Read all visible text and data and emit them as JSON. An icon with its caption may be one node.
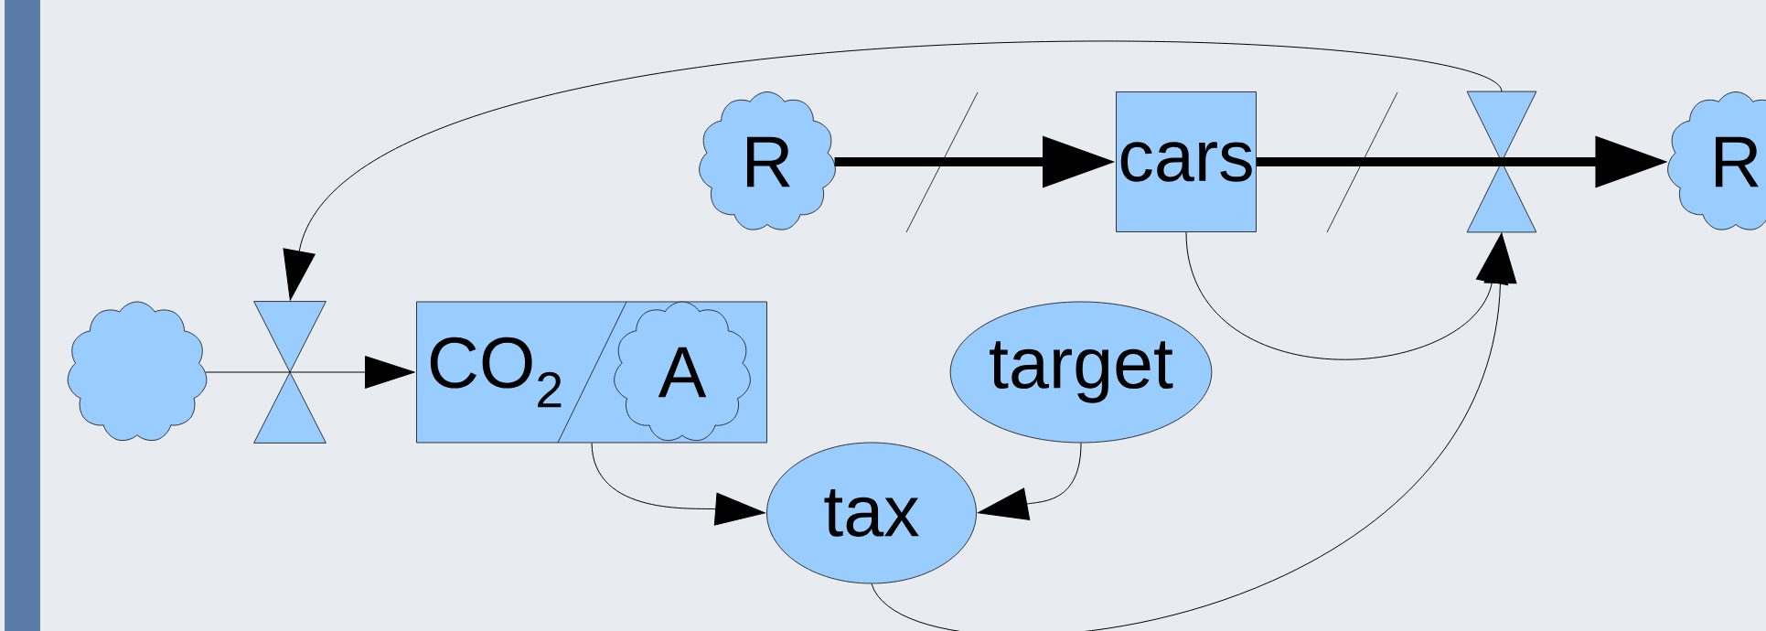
{
  "diagram": {
    "nodes": [
      {
        "text": [
          "R"
        ]
      },
      {
        "text": [
          "cars"
        ]
      },
      {
        "text": [],
        "shape": "valve"
      },
      {
        "text": [
          "R"
        ]
      },
      {
        "text": [],
        "shape": "cloud"
      },
      {
        "text": [],
        "shape": "valve"
      },
      {
        "text": [
          "CO$_{2}$"
        ]
      },
      {
        "text": [
          "A"
        ],
        "in": 6
      },
      {
        "text": [
          "target"
        ]
      },
      {
        "text": [
          "tax"
        ]
      }
    ],
    "edges": [
      {
        "from": 0,
        "to": 1,
        "arrow": "to",
        "style": "thick"
      },
      {
        "from": 1,
        "to": 2,
        "arrow": "none",
        "style": "thick"
      },
      {
        "from": 2,
        "to": 3,
        "arrow": "to",
        "style": "thick"
      },
      {
        "from": 2,
        "to": 5,
        "arrow": "to"
      },
      {
        "from": 1,
        "to": 2,
        "arrow": "to"
      },
      {
        "from": 9,
        "to": 2,
        "arrow": "to"
      },
      {
        "from": 4,
        "to": 5,
        "arrow": "none"
      },
      {
        "from": 5,
        "to": 6,
        "arrow": "to"
      },
      {
        "from": 6,
        "to": 9,
        "arrow": "to"
      },
      {
        "from": 8,
        "to": 9,
        "arrow": "to"
      }
    ]
  }
}
